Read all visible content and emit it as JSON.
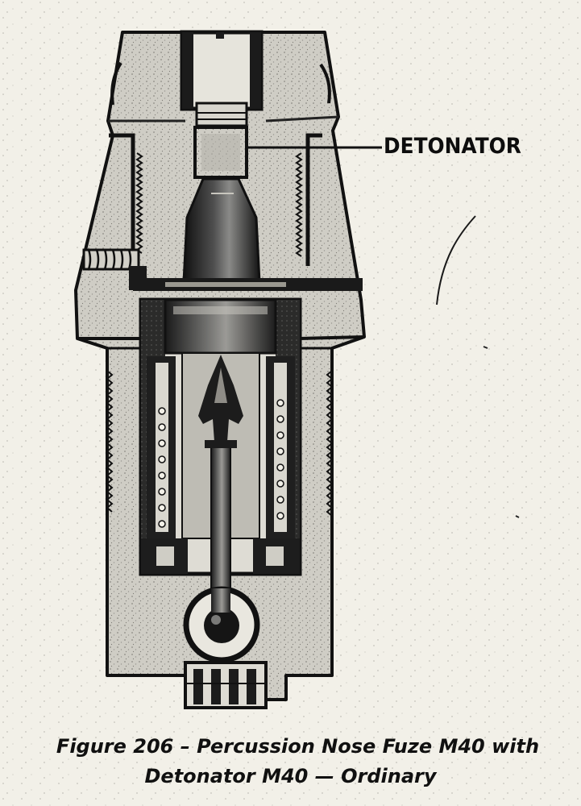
{
  "diagram": {
    "labels": {
      "detonator": "DETONATOR"
    },
    "caption": {
      "line1": "Figure 206 – Percussion Nose Fuze M40 with",
      "line2": "Detonator M40 — Ordinary"
    }
  },
  "colors": {
    "paper": "#f2f0e8",
    "ink": "#111111",
    "body_gray": "#cfcdc5",
    "shadow_gray": "#5a5a58"
  }
}
